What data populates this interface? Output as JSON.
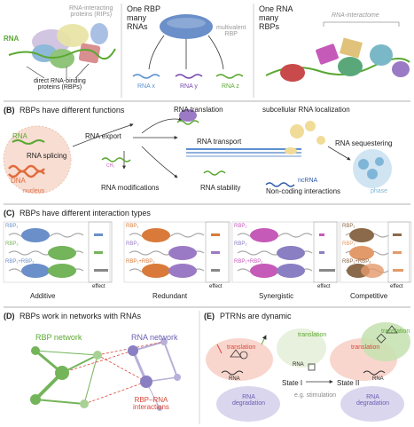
{
  "panelA": {
    "rna": "RNA",
    "rips": "RNA-interacting\nproteins (RIPs)",
    "rbps": "direct RNA-binding\nproteins (RBPs)",
    "one_rbp": "One RBP\nmany\nRNAs",
    "multivalent": "multivalent\nRBP",
    "rna_x": "RNA x",
    "rna_y": "RNA y",
    "rna_z": "RNA z",
    "one_rna": "One RNA\nmany\nRBPs",
    "interactome": "RNA-interactome"
  },
  "panelB": {
    "label": "(B)",
    "title": "RBPs have different functions",
    "rna": "RNA",
    "splicing": "RNA splicing",
    "dna": "DNA",
    "nucleus": "nucleus",
    "export": "RNA export",
    "translation": "RNA translation",
    "transport": "RNA transport",
    "localization": "subcellular RNA localization",
    "sequestering": "RNA sequestering",
    "modifications": "RNA modifications",
    "stability": "RNA stability",
    "ncrna": "ncRNA",
    "noncoding": "Non-coding interactions",
    "phase": "phase",
    "ch3": "CH₃"
  },
  "panelC": {
    "label": "(C)",
    "title": "RBPs have different interaction types",
    "types": [
      "Additive",
      "Redundant",
      "Synergistic",
      "Competitive"
    ],
    "effect": "effect",
    "rows": [
      "RBP₁",
      "RBP₂",
      "RBP₁+RBP₂"
    ]
  },
  "panelD": {
    "label": "(D)",
    "title": "RBPs work in networks with RNAs",
    "rbp_network": "RBP network",
    "rna_network": "RNA network",
    "interactions": "RBP–RNA\ninteractions"
  },
  "panelE": {
    "label": "(E)",
    "title": "PTRNs are dynamic",
    "translation": "translation",
    "degradation": "RNA\ndegradation",
    "rna": "RNA",
    "state1": "State I",
    "state2": "State II",
    "stimulation": "e.g. stimulation"
  },
  "colors": {
    "rna_green": "#5aa832",
    "rbp_blue": "#6a8fc9",
    "network_green": "#74b45a",
    "network_purple": "#8a7fc2",
    "interaction_red": "#d9473a",
    "nucleus": "#f4c7b5"
  }
}
